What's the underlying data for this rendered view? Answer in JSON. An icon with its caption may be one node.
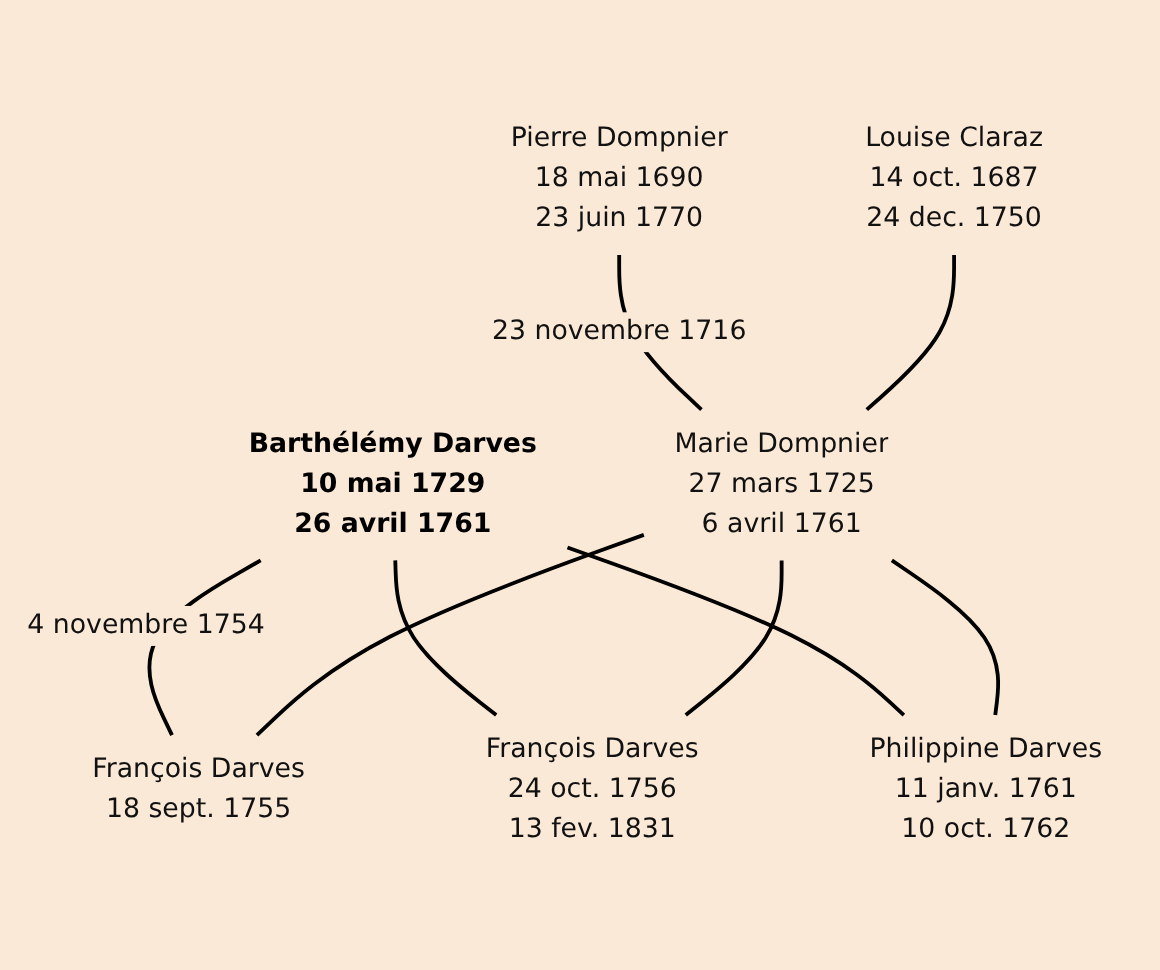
{
  "diagram": {
    "nodes": [
      {
        "text": [
          "Pierre Dompnier",
          "18 mai 1690",
          "23 juin 1770"
        ]
      },
      {
        "text": [
          "Louise Claraz",
          "14 oct. 1687",
          "24 dec. 1750"
        ]
      },
      {
        "text": [
          "Barthélémy Darves",
          "10 mai 1729",
          "26 avril 1761"
        ]
      },
      {
        "text": [
          "Marie Dompnier",
          "27 mars 1725",
          "6 avril 1761"
        ]
      },
      {
        "text": [
          "François Darves",
          "18 sept. 1755"
        ]
      },
      {
        "text": [
          "François Darves",
          "24 oct. 1756",
          "13 fev. 1831"
        ]
      },
      {
        "text": [
          "Philippine Darves",
          "11 janv. 1761",
          "10 oct. 1762"
        ]
      }
    ],
    "edges": [
      {
        "from": 0,
        "to": 3,
        "arrow": "none",
        "label": "23 novembre 1716"
      },
      {
        "from": 1,
        "to": 3,
        "arrow": "none"
      },
      {
        "from": 2,
        "to": 4,
        "arrow": "none",
        "label": "4 novembre 1754"
      },
      {
        "from": 2,
        "to": 5,
        "arrow": "none"
      },
      {
        "from": 2,
        "to": 6,
        "arrow": "none"
      },
      {
        "from": 3,
        "to": 4,
        "arrow": "none"
      },
      {
        "from": 3,
        "to": 5,
        "arrow": "none"
      },
      {
        "from": 3,
        "to": 6,
        "arrow": "none"
      }
    ]
  }
}
